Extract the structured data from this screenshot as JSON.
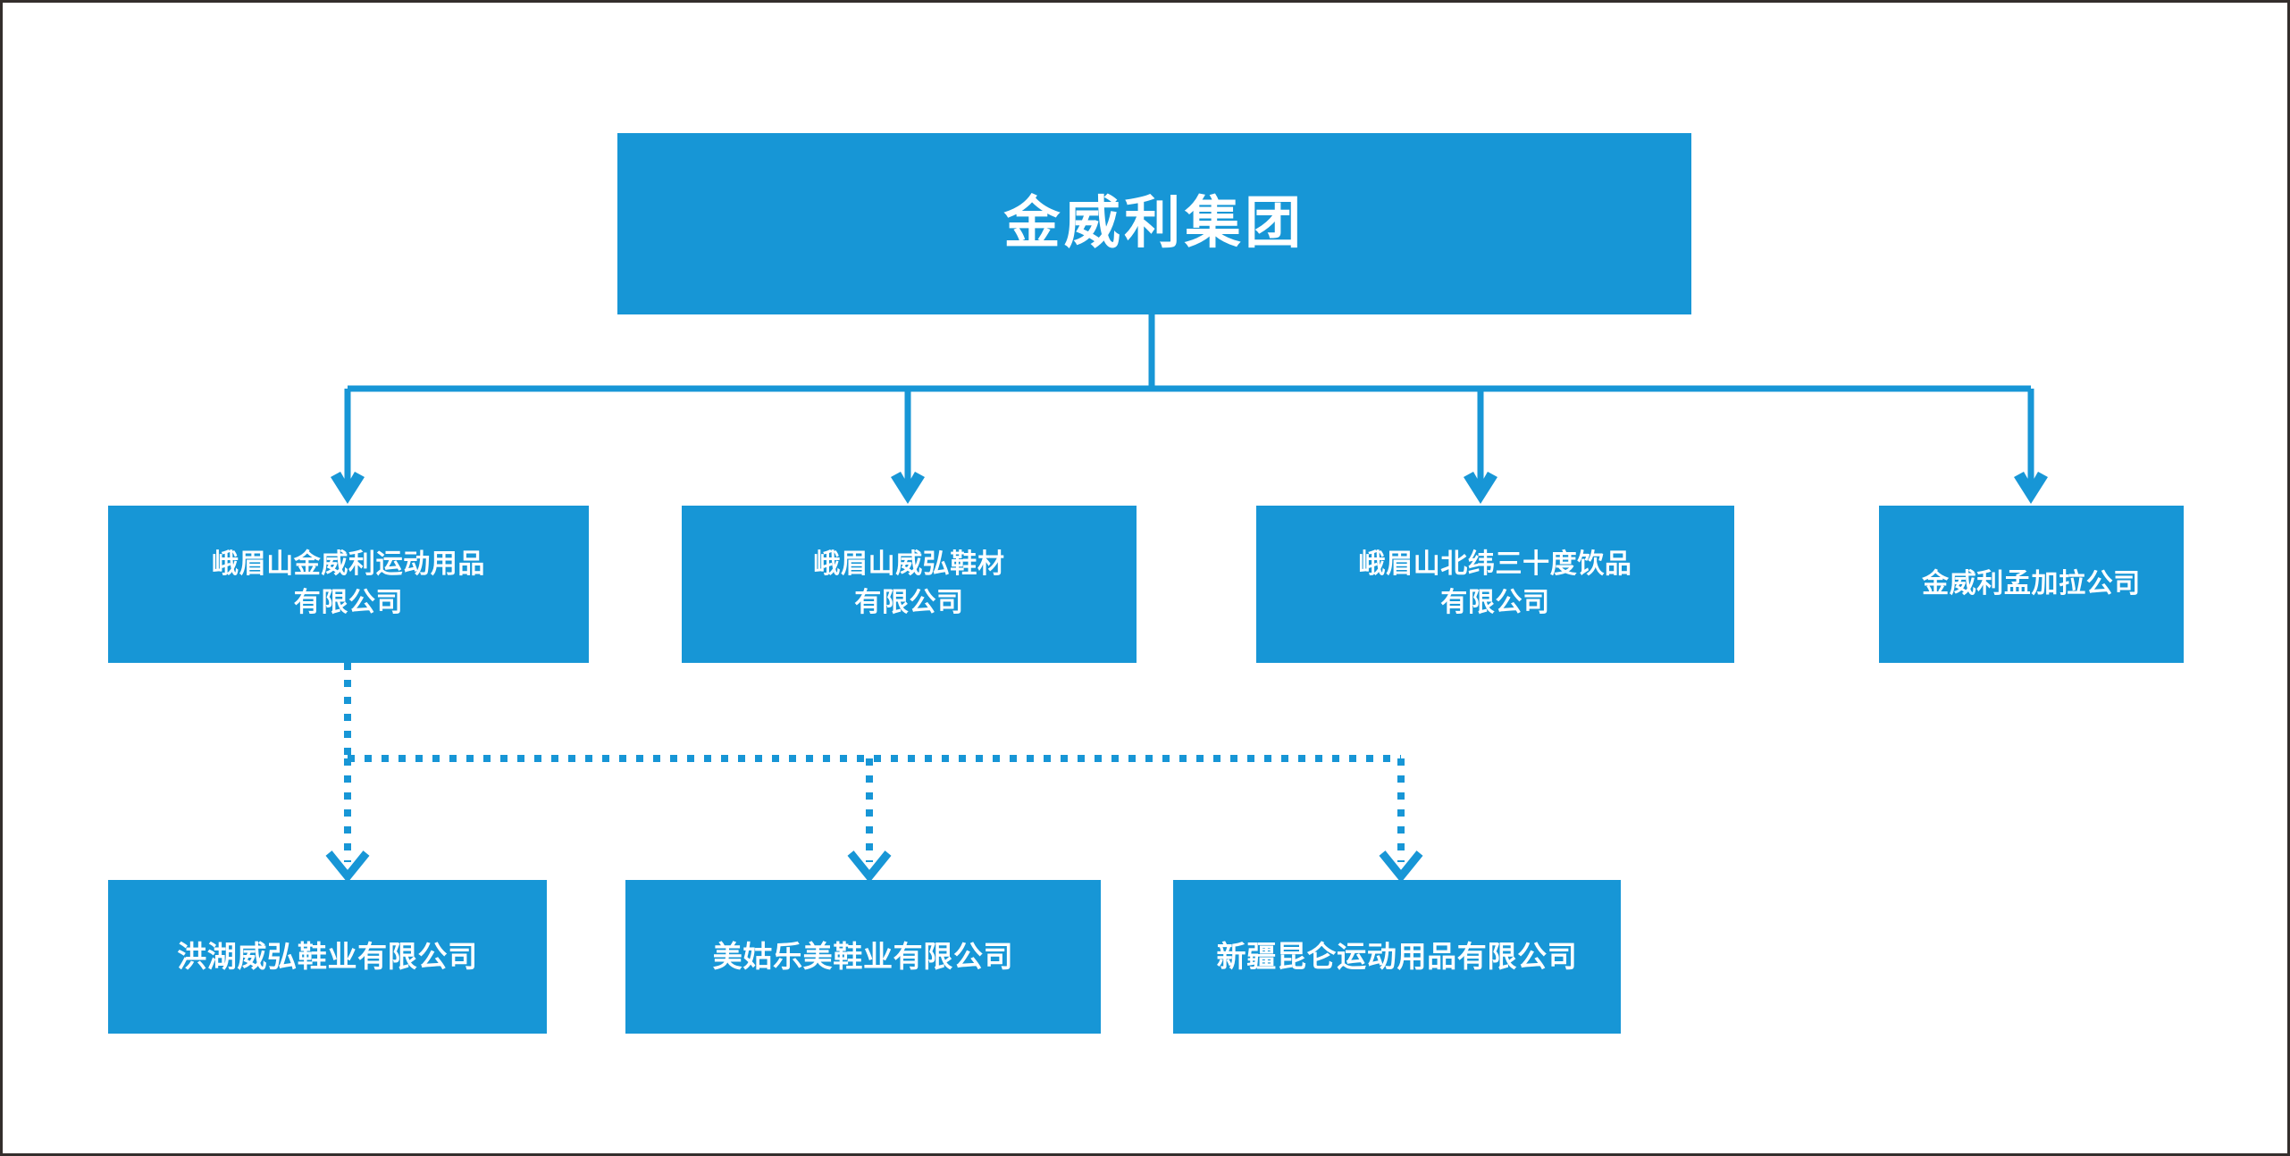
{
  "chart_data": {
    "type": "diagram",
    "diagram_kind": "organization-chart",
    "title": "金威利集团",
    "orientation": "top-down",
    "accent_color": "#1796d6",
    "text_color": "#ffffff",
    "background_color": "#ffffff",
    "border_color": "#332e2c",
    "levels": 3,
    "connector_styles": {
      "level1_to_level2": "solid-elbow-with-arrowhead",
      "level2_to_level3": "dotted-elbow-with-chevron-arrowhead"
    },
    "nodes": [
      {
        "id": "root",
        "level": 1,
        "lines": [
          "金威利集团"
        ]
      },
      {
        "id": "l2-a",
        "level": 2,
        "lines": [
          "峨眉山金威利运动用品",
          "有限公司"
        ]
      },
      {
        "id": "l2-b",
        "level": 2,
        "lines": [
          "峨眉山威弘鞋材",
          "有限公司"
        ]
      },
      {
        "id": "l2-c",
        "level": 2,
        "lines": [
          "峨眉山北纬三十度饮品",
          "有限公司"
        ]
      },
      {
        "id": "l2-d",
        "level": 2,
        "lines": [
          "金威利孟加拉公司"
        ]
      },
      {
        "id": "l3-a",
        "level": 3,
        "lines": [
          "洪湖威弘鞋业有限公司"
        ]
      },
      {
        "id": "l3-b",
        "level": 3,
        "lines": [
          "美姑乐美鞋业有限公司"
        ]
      },
      {
        "id": "l3-c",
        "level": 3,
        "lines": [
          "新疆昆仑运动用品有限公司"
        ]
      }
    ],
    "edges": [
      {
        "from": "root",
        "to": "l2-a",
        "style": "solid"
      },
      {
        "from": "root",
        "to": "l2-b",
        "style": "solid"
      },
      {
        "from": "root",
        "to": "l2-c",
        "style": "solid"
      },
      {
        "from": "root",
        "to": "l2-d",
        "style": "solid"
      },
      {
        "from": "l2-a",
        "to": "l3-a",
        "style": "dotted"
      },
      {
        "from": "l2-a",
        "to": "l3-b",
        "style": "dotted"
      },
      {
        "from": "l2-a",
        "to": "l3-c",
        "style": "dotted"
      }
    ]
  },
  "root": {
    "title": "金威利集团"
  },
  "level2": {
    "a": {
      "line1": "峨眉山金威利运动用品",
      "line2": "有限公司"
    },
    "b": {
      "line1": "峨眉山威弘鞋材",
      "line2": "有限公司"
    },
    "c": {
      "line1": "峨眉山北纬三十度饮品",
      "line2": "有限公司"
    },
    "d": {
      "line1": "金威利孟加拉公司"
    }
  },
  "level3": {
    "a": {
      "line1": "洪湖威弘鞋业有限公司"
    },
    "b": {
      "line1": "美姑乐美鞋业有限公司"
    },
    "c": {
      "line1": "新疆昆仑运动用品有限公司"
    }
  }
}
